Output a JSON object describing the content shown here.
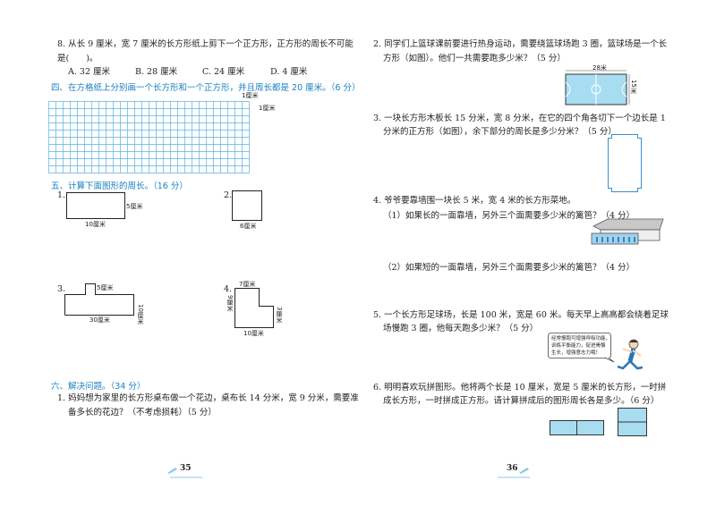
{
  "left": {
    "q8": {
      "line1": "8. 从长 9 厘米，宽 7 厘米的长方形纸上剪下一个正方形，正方形的周长不可能",
      "line2": "是(　　)。",
      "options": [
        "A. 32 厘米",
        "B. 28 厘米",
        "C. 24 厘米",
        "D. 4 厘米"
      ]
    },
    "sec4": {
      "title": "四、在方格纸上分别画一个长方形和一个正方形，并且周长都是 20 厘米。（6 分）",
      "scale_label": "1厘米"
    },
    "sec5": {
      "title": "五、计算下面图形的周长。（16 分）",
      "fig1": {
        "num": "1.",
        "side": "5厘米",
        "bottom": "10厘米"
      },
      "fig2": {
        "num": "2.",
        "bottom": "6厘米"
      },
      "fig3": {
        "num": "3.",
        "top": "5厘米",
        "side": "10厘米",
        "bottom": "30厘米"
      },
      "fig4": {
        "num": "4.",
        "top": "7厘米",
        "left": "9厘米",
        "right": "3厘米",
        "bottom": "10厘米"
      }
    },
    "sec6": {
      "title": "六、解决问题。（34 分）",
      "q1_line1": "1. 妈妈想为家里的长方形桌布做一个花边，桌布长 14 分米，宽 9 分米，需要准",
      "q1_line2": "备多长的花边？（不考虑损耗）（5 分）"
    },
    "page_number": "35"
  },
  "right": {
    "q2": {
      "line1": "2. 同学们上篮球课前要进行热身运动，需要绕篮球场跑 3 圈，篮球场是一个长",
      "line2": "方形（如图）。他们一共需要跑多少米？（5 分）",
      "width_label": "28米",
      "height_label": "15米"
    },
    "q3": {
      "line1": "3. 一块长方形木板长 15 分米，宽 8 分米，在它的四个角各切下一个边长是 1",
      "line2": "分米的正方形（如图），余下部分的周长是多少分米？（5 分）"
    },
    "q4": {
      "line1": "4. 爷爷要靠墙围一块长 5 米，宽 4 米的长方形菜地。",
      "sub1": "（1）如果长的一面靠墙，另外三个面需要多少米的篱笆？（4 分）",
      "sub2": "（2）如果短的一面靠墙，另外三个面需要多少米的篱笆？（4 分）"
    },
    "q5": {
      "line1": "5. 一个长方形足球场，长是 100 米，宽是 60 米。每天早上高高都会绕着足球",
      "line2": "场慢跑 3 圈，他每天跑多少米？（5 分）",
      "bubble": [
        "经常慢跑可增强呼吸功能，",
        "训练平衡能力，促进骨骼",
        "生长，增强意志力哦！"
      ]
    },
    "q6": {
      "line1": "6. 明明喜欢玩拼图形。他将两个长是 10 厘米，宽是 5 厘米的长方形，一时拼",
      "line2": "成长方形，一时拼成正方形。请计算拼成后的图形周长各是多少。（6 分）"
    },
    "page_number": "36"
  },
  "colors": {
    "accent": "#1a7fc4",
    "grid": "#5bb0e0",
    "court": "#a8dcf0"
  }
}
